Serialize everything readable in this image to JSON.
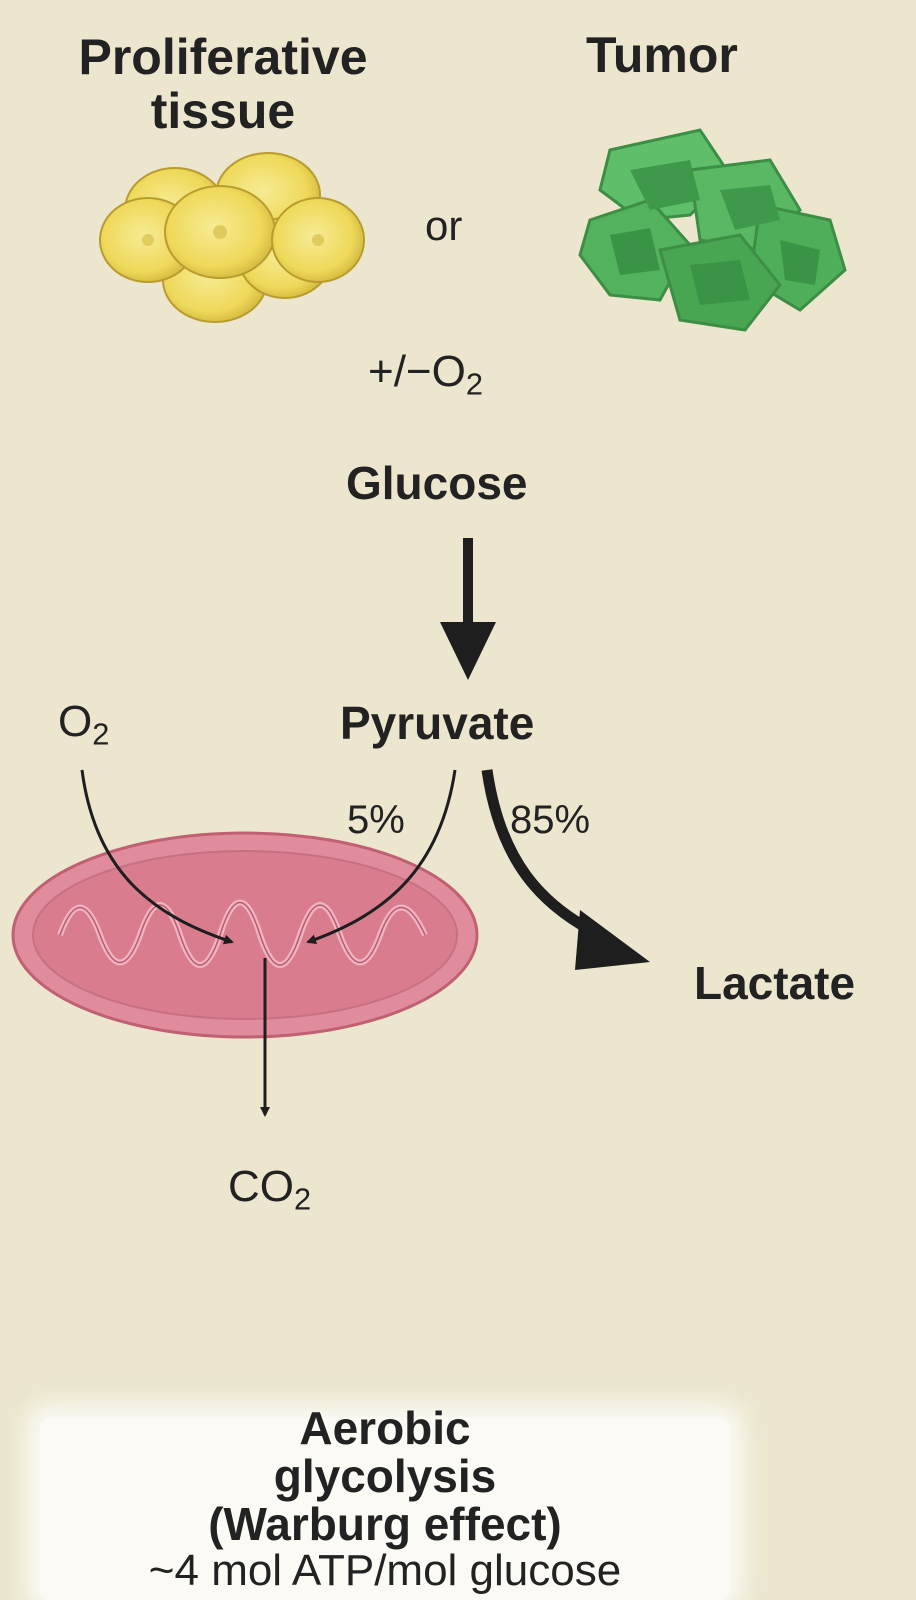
{
  "cells": {
    "proliferative_label_line1": "Proliferative",
    "proliferative_label_line2": "tissue",
    "tumor_label": "Tumor",
    "or_label": "or"
  },
  "oxygen_condition": {
    "prefix": "+/−O",
    "subscript": "2"
  },
  "pathway": {
    "glucose": "Glucose",
    "pyruvate": "Pyruvate",
    "lactate": "Lactate",
    "percent_mito": "5%",
    "percent_lactate": "85%",
    "o2_symbol": "O",
    "o2_subscript": "2",
    "co2_symbol": "CO",
    "co2_subscript": "2"
  },
  "result": {
    "line1": "Aerobic",
    "line2": "glycolysis",
    "line3": "(Warburg effect)",
    "line4": "~4 mol ATP/mol glucose"
  },
  "colors": {
    "background": "#ebe6cd",
    "proliferative_cells": "#f2de5c",
    "tumor_cells": "#4fae5a",
    "mitochondrion": "#dc7c8e",
    "arrows": "#1e1e1e"
  }
}
